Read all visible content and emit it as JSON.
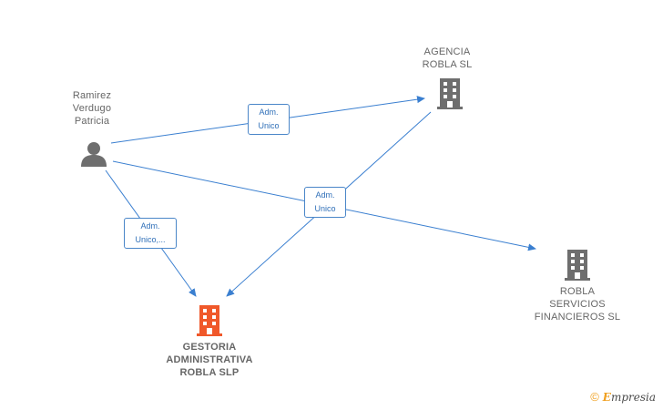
{
  "nodes": {
    "person": {
      "lines": [
        "Ramirez",
        "Verdugo",
        "Patricia"
      ]
    },
    "agencia": {
      "lines": [
        "AGENCIA",
        "ROBLA SL"
      ]
    },
    "servicios": {
      "lines": [
        "ROBLA",
        "SERVICIOS",
        "FINANCIEROS SL"
      ]
    },
    "gestoria": {
      "lines": [
        "GESTORIA",
        "ADMINISTRATIVA",
        "ROBLA SLP"
      ]
    }
  },
  "edges": [
    {
      "from": "person",
      "to": "agencia",
      "label": [
        "Adm.",
        "Unico"
      ]
    },
    {
      "from": "person",
      "to": "servicios",
      "label": [
        "Adm.",
        "Unico"
      ]
    },
    {
      "from": "person",
      "to": "gestoria",
      "label": [
        "Adm.",
        "Unico,..."
      ]
    },
    {
      "from": "agencia",
      "to": "gestoria",
      "label": []
    }
  ],
  "colors": {
    "edge": "#3a7fd0",
    "company_icon": "#6e6e6e",
    "main_company_icon": "#f0582a",
    "person_icon": "#6e6e6e"
  },
  "icons": {
    "person": "person-icon",
    "company": "building-icon",
    "main_company": "building-icon"
  },
  "footer": {
    "copyright": "©",
    "brand_initial": "E",
    "brand_rest": "mpresia"
  }
}
